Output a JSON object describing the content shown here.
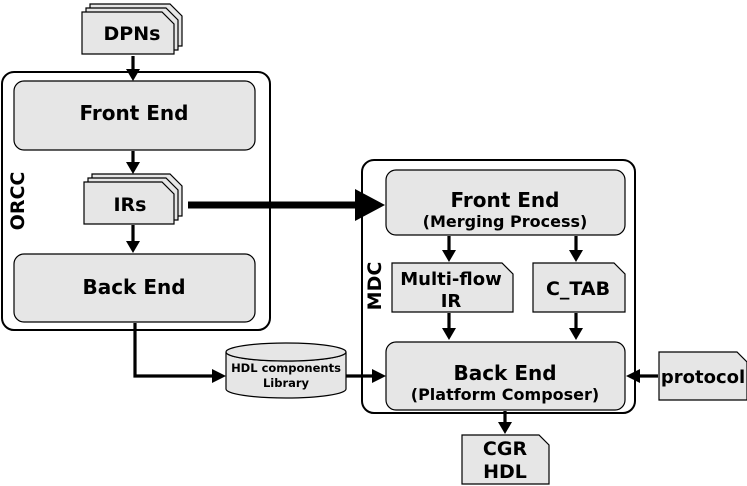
{
  "orcc": {
    "label": "ORCC",
    "front_end": "Front End",
    "back_end": "Back End"
  },
  "inputs": {
    "dpns": "DPNs",
    "irs": "IRs"
  },
  "mdc": {
    "label": "MDC",
    "front_end": {
      "title": "Front End",
      "subtitle": "(Merging Process)"
    },
    "multiflow": {
      "line1": "Multi-flow",
      "line2": "IR"
    },
    "ctab": "C_TAB",
    "back_end": {
      "title": "Back End",
      "subtitle": "(Platform Composer)"
    }
  },
  "library": {
    "line1": "HDL components",
    "line2": "Library"
  },
  "protocol": "protocol",
  "output": {
    "line1": "CGR",
    "line2": "HDL"
  }
}
